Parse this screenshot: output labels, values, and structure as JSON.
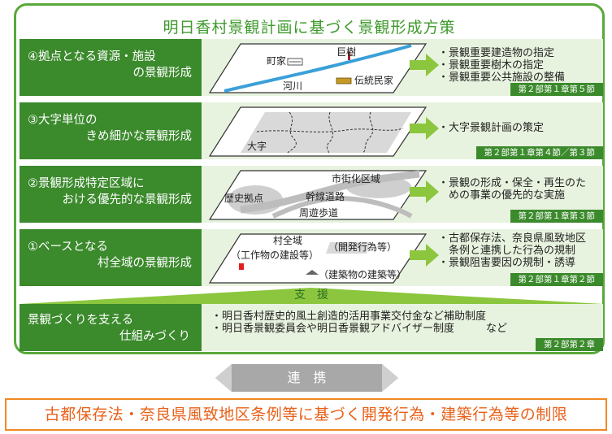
{
  "title": "明日香村景観計画に基づく景観形成方策",
  "rows": [
    {
      "label1": "④拠点となる資源・施設",
      "label2": "の景観形成",
      "items": [
        "・景観重要建造物の指定",
        "・景観重要樹木の指定",
        "・景観重要公共施設の整備"
      ],
      "ref": "第２部第１章第５節",
      "map": {
        "a": "町家",
        "b": "巨樹",
        "c": "伝統民家",
        "d": "河川"
      }
    },
    {
      "label1": "③大字単位の",
      "label2": "きめ細かな景観形成",
      "items": [
        "・大字景観計画の策定"
      ],
      "ref": "第２部第１章第４節／第３節",
      "map": {
        "a": "大字"
      }
    },
    {
      "label1": "②景観形成特定区域に",
      "label2": "おける優先的な景観形成",
      "items": [
        "・景観の形成・保全・再生のた",
        "　めの事業の優先的な実施"
      ],
      "ref": "第２部第１章第３節",
      "map": {
        "a": "市街化区域",
        "b": "歴史拠点",
        "c": "幹線道路",
        "d": "周遊歩道"
      }
    },
    {
      "label1": "①ベースとなる",
      "label2": "村全域の景観形成",
      "items": [
        "・古都保存法、奈良県風致地区",
        "　条例と連携した行為の規制",
        "・景観阻害要因の規制・誘導"
      ],
      "ref": "第２部第１章第２節",
      "map": {
        "a": "村全域",
        "b": "（開発行為等）",
        "c": "（工作物の建設等）",
        "d": "（建築物の建築等）"
      }
    }
  ],
  "support": "支　援",
  "bottom": {
    "label1": "景観づくりを支える",
    "label2": "仕組みづくり",
    "items": [
      "・明日香村歴史的風土創造的活用事業交付金など補助制度",
      "・明日香景観委員会や明日香景観アドバイザー制度　　　など"
    ],
    "ref": "第２部第２章"
  },
  "renkei": "連　携",
  "final": "古都保存法・奈良県風致地区条例等に基づく開発行為・建築行為等の制限",
  "colors": {
    "green": "#3b8a2c",
    "light_green": "#e8f3df",
    "arrow": "#8cc63e",
    "orange": "#f08a24",
    "river": "#3aa0d8"
  }
}
